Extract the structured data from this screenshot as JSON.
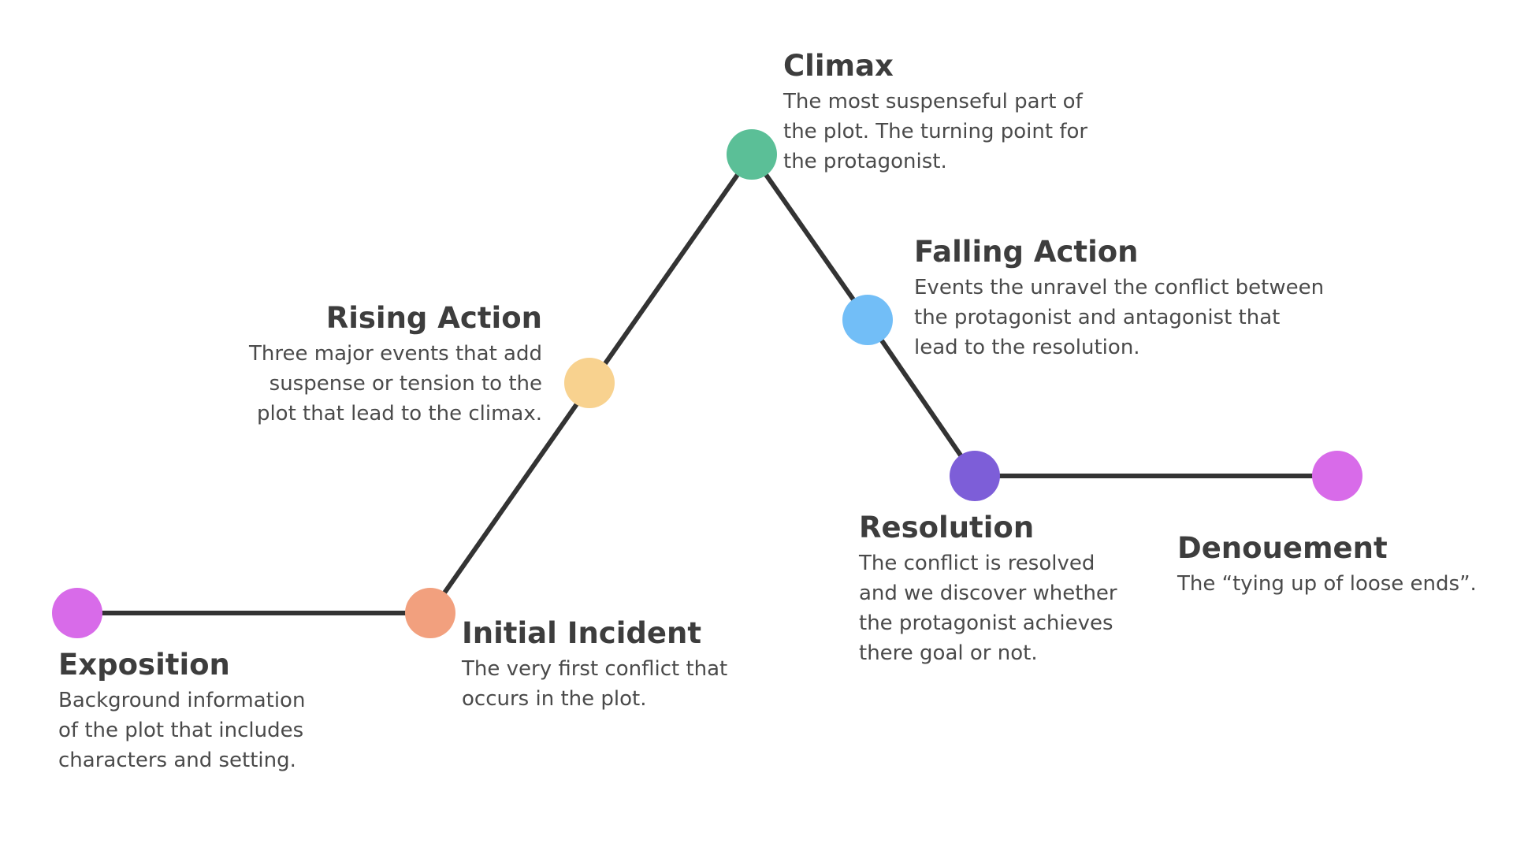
{
  "colors": {
    "line": "#333333",
    "exposition": "#d86be9",
    "initial_incident": "#f2a07e",
    "rising_action": "#f8d28f",
    "climax": "#5bbf97",
    "falling_action": "#72bef7",
    "resolution": "#7d5ed8",
    "denouement": "#d86be9"
  },
  "stages": {
    "exposition": {
      "title": "Exposition",
      "desc": [
        "Background information",
        "of the plot that includes",
        "characters and setting."
      ]
    },
    "initial_incident": {
      "title": "Initial Incident",
      "desc": [
        "The very first conflict that",
        "occurs in the plot."
      ]
    },
    "rising_action": {
      "title": "Rising Action",
      "desc": [
        "Three major events that add",
        "suspense or tension to the",
        "plot that lead to the climax."
      ]
    },
    "climax": {
      "title": "Climax",
      "desc": [
        "The most suspenseful part of",
        "the plot. The turning point for",
        "the protagonist."
      ]
    },
    "falling_action": {
      "title": "Falling Action",
      "desc": [
        "Events the unravel the conflict between",
        "the protagonist and antagonist that",
        "lead to the resolution."
      ]
    },
    "resolution": {
      "title": "Resolution",
      "desc": [
        "The conflict is resolved",
        "and we discover whether",
        "the protagonist achieves",
        "there goal or not."
      ]
    },
    "denouement": {
      "title": "Denouement",
      "desc": [
        "The “tying up of loose ends”."
      ]
    }
  }
}
